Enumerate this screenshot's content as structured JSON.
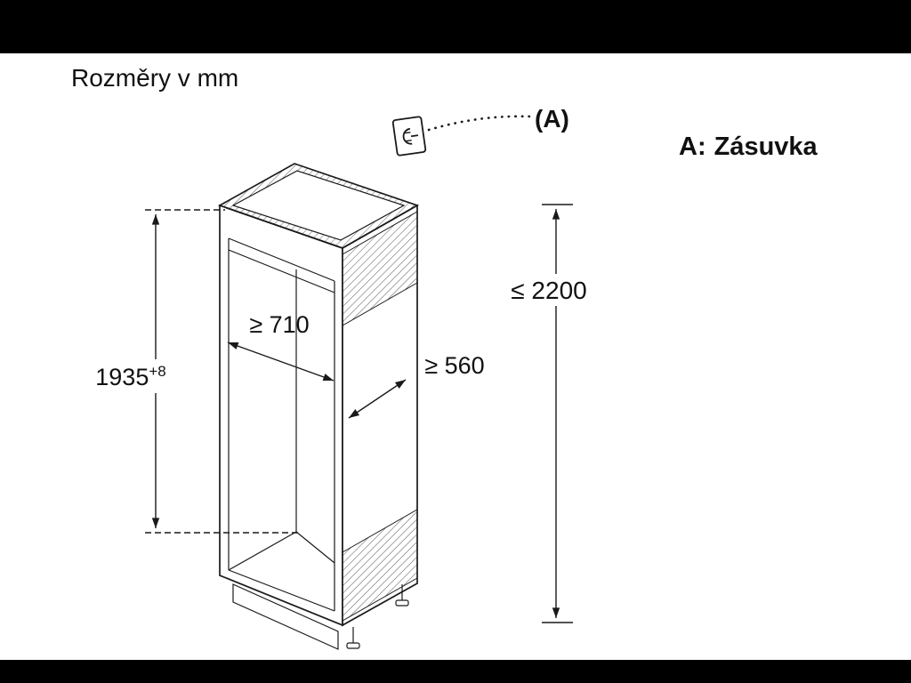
{
  "title": "Rozměry v mm",
  "legend": {
    "callout": "(A)",
    "key": "A:",
    "value": "Zásuvka"
  },
  "dimensions": {
    "niche_height": "1935",
    "niche_height_tolerance": "+8",
    "niche_width": "≥ 710",
    "niche_depth": "≥ 560",
    "socket_max_height": "≤ 2200"
  },
  "icons": {
    "socket": "power-socket-icon"
  },
  "colors": {
    "line": "#1a1a1a",
    "background": "#ffffff",
    "letterbox": "#000000"
  }
}
